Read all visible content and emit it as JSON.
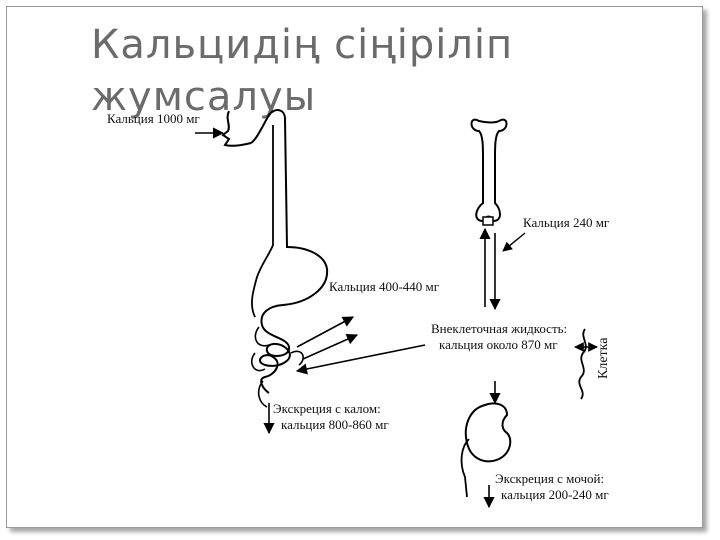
{
  "slide": {
    "title_line1": "Кальцидің сіңіріліп",
    "title_line2": "жумсалуы"
  },
  "diagram": {
    "intake_label": "Кальция 1000 мг",
    "absorption_label": "Кальция 400-440 мг",
    "bone_label": "Кальция 240 мг",
    "ecf_label_line1": "Внеклеточная жидкость:",
    "ecf_label_line2": "кальция около 870 мг",
    "cell_label": "Клетка",
    "fecal_label_line1": "Экскреция с калом:",
    "fecal_label_line2": "кальция 800-860 мг",
    "urine_label_line1": "Экскреция с мочой:",
    "urine_label_line2": "кальция 200-240 мг"
  }
}
